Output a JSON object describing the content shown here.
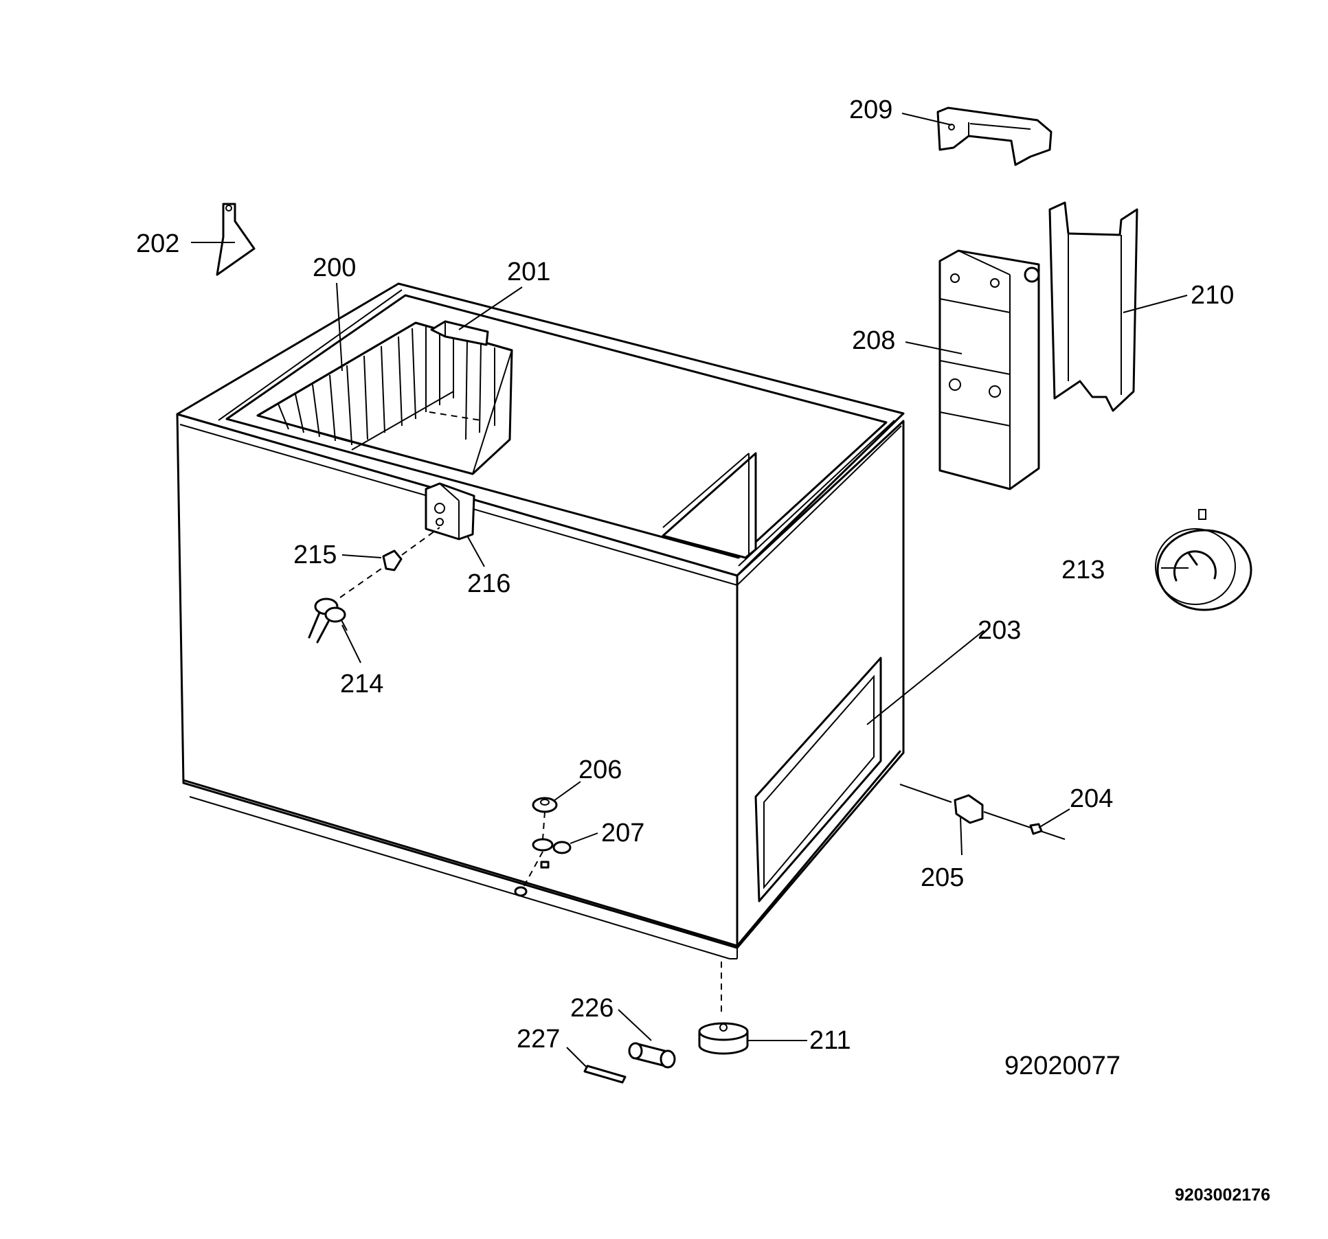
{
  "parts": [
    {
      "id": "l200",
      "num": "200"
    },
    {
      "id": "l201",
      "num": "201"
    },
    {
      "id": "l202",
      "num": "202"
    },
    {
      "id": "l203",
      "num": "203"
    },
    {
      "id": "l204",
      "num": "204"
    },
    {
      "id": "l205",
      "num": "205"
    },
    {
      "id": "l206",
      "num": "206"
    },
    {
      "id": "l207",
      "num": "207"
    },
    {
      "id": "l208",
      "num": "208"
    },
    {
      "id": "l209",
      "num": "209"
    },
    {
      "id": "l210",
      "num": "210"
    },
    {
      "id": "l211",
      "num": "211"
    },
    {
      "id": "l213",
      "num": "213"
    },
    {
      "id": "l214",
      "num": "214"
    },
    {
      "id": "l215",
      "num": "215"
    },
    {
      "id": "l216",
      "num": "216"
    },
    {
      "id": "l226",
      "num": "226"
    },
    {
      "id": "l227",
      "num": "227"
    }
  ],
  "drawing_number": "92020077",
  "document_code": "9203002176"
}
